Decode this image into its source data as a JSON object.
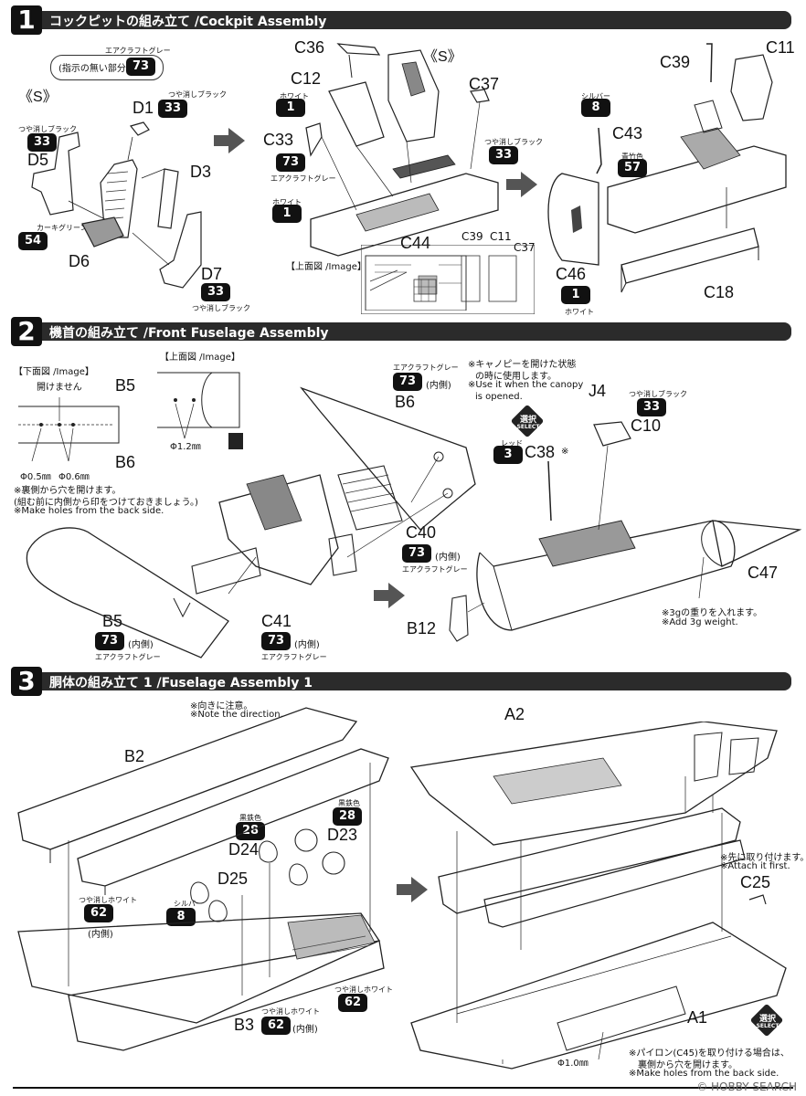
{
  "steps": [
    {
      "num": "1",
      "title": "コックピットの組み立て /Cockpit Assembly"
    },
    {
      "num": "2",
      "title": "機首の組み立て /Front Fuselage Assembly"
    },
    {
      "num": "3",
      "title": "胴体の組み立て 1 /Fuselage Assembly 1"
    }
  ],
  "step1": {
    "note_title": "エアクラフトグレー",
    "note_text": "(指示の無い部分)",
    "note_color": "73",
    "variant_left": "《S》",
    "variant_mid": "《S》",
    "parts": {
      "D1": "D1",
      "D3": "D3",
      "D5": "D5",
      "D6": "D6",
      "D7": "D7",
      "C36": "C36",
      "C12": "C12",
      "C33": "C33",
      "C37": "C37",
      "C44": "C44",
      "C39a": "C39",
      "C11a": "C11",
      "C37b": "C37",
      "C39": "C39",
      "C11": "C11",
      "C43": "C43",
      "C46": "C46",
      "C18": "C18"
    },
    "colors": {
      "d1_name": "つや消しブラック",
      "d1": "33",
      "d5_name": "つや消しブラック",
      "d5": "33",
      "d6_name": "カーキグリーン",
      "d6": "54",
      "d7_name": "つや消しブラック",
      "d7": "33",
      "c12_name": "ホワイト",
      "c12": "1",
      "c33_name": "エアクラフトグレー",
      "c33": "73",
      "c44_name": "ホワイト",
      "c44": "1",
      "c37_name": "つや消しブラック",
      "c37": "33",
      "c43_name": "シルバー",
      "c43": "8",
      "c43b_name": "青竹色",
      "c43b": "57",
      "c46_name": "ホワイト",
      "c46": "1"
    },
    "top_view_label": "【上面図 /Image】"
  },
  "step2": {
    "bottom_view_label": "【下面図 /Image】",
    "top_view_label": "【上面図 /Image】",
    "no_hole": "開けません",
    "dia_05": "Φ0.5㎜",
    "dia_06": "Φ0.6㎜",
    "dia_12": "Φ1.2㎜",
    "hole_note_1": "※裏側から穴を開けます。",
    "hole_note_2": "(組む前に内側から印をつけておきましょう。)",
    "hole_note_3": "※Make holes from the back side.",
    "parts": {
      "B5a": "B5",
      "B6a": "B6",
      "B6": "B6",
      "C40": "C40",
      "B5": "B5",
      "C41": "C41",
      "J4": "J4",
      "C10": "C10",
      "C38": "C38",
      "C47": "C47",
      "B12": "B12"
    },
    "canopy_note_1": "※キャノピーを開けた状態",
    "canopy_note_2": "の時に使用します。",
    "canopy_note_3": "※Use it when the canopy",
    "canopy_note_4": "is opened.",
    "select_jp": "選択",
    "select_en": "SELECT",
    "weight_jp": "※3gの重りを入れます。",
    "weight_en": "※Add 3g weight.",
    "colors": {
      "b6_name": "エアクラフトグレー",
      "b6": "73",
      "b6_side": "(内側)",
      "c40": "73",
      "c40_side": "(内側)",
      "c40_name": "エアクラフトグレー",
      "b5": "73",
      "b5_side": "(内側)",
      "b5_name": "エアクラフトグレー",
      "c41": "73",
      "c41_side": "(内側)",
      "c41_name": "エアクラフトグレー",
      "c10_name": "つや消しブラック",
      "c10": "33",
      "c38_name": "レッド",
      "c38": "3",
      "c38_mark": "※"
    }
  },
  "step3": {
    "direction_jp": "※向きに注意。",
    "direction_en": "※Note the direction.",
    "parts": {
      "B2": "B2",
      "D24": "D24",
      "D23": "D23",
      "D25": "D25",
      "B3": "B3",
      "A2": "A2",
      "C25": "C25",
      "A1": "A1"
    },
    "colors": {
      "d24_name": "黒鉄色",
      "d24": "28",
      "d23_name": "黒鉄色",
      "d23": "28",
      "d25_name": "シルバー",
      "d25": "8",
      "b2_name": "つや消しホワイト",
      "b2": "62",
      "b2_side": "(内側)",
      "b3r_name": "つや消しホワイト",
      "b3r": "62",
      "b3_name": "つや消しホワイト",
      "b3": "62",
      "b3_side": "(内側)"
    },
    "attach_jp": "※先に取り付けます。",
    "attach_en": "※Attach it first.",
    "pylon_jp1": "※パイロン(C45)を取り付ける場合は、",
    "pylon_jp2": "裏側から穴を開けます。",
    "pylon_en": "※Make holes from the back side.",
    "dia_10": "Φ1.0㎜",
    "select_jp": "選択",
    "select_en": "SELECT"
  },
  "watermark": "© HOBBY SEARCH"
}
